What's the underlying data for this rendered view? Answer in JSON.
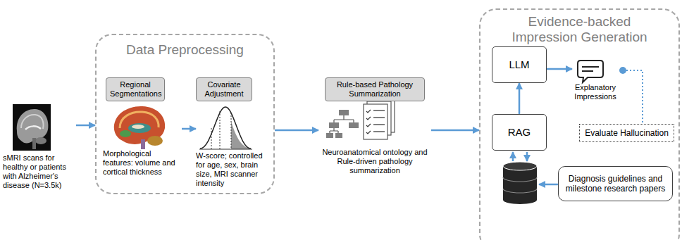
{
  "diagram": {
    "nodes": [
      {
        "text": [
          "sMRI scans for healthy or patients with Alzheimer's disease (N=3.5k)"
        ]
      },
      {
        "text": [
          "Data Preprocessing"
        ]
      },
      {
        "text": [
          "Regional Segmentations",
          "Morphological features: volume and cortical thickness"
        ],
        "in": 1
      },
      {
        "text": [
          "Covariate Adjustment",
          "W-score; controlled for age, sex, brain size, MRI scanner intensity"
        ],
        "in": 1
      },
      {
        "text": [
          "Rule-based Pathology Summarization",
          "Neuroanatomical ontology and Rule-driven pathology summarization"
        ]
      },
      {
        "text": [
          "Evidence-backed Impression Generation"
        ]
      },
      {
        "text": [
          "LLM"
        ],
        "in": 5
      },
      {
        "text": [
          "RAG"
        ],
        "in": 5
      },
      {
        "text": [
          "Explanatory Impressions"
        ],
        "in": 5
      },
      {
        "text": [
          "Evaluate Hallucination"
        ],
        "in": 5
      },
      {
        "text": [
          "Diagnosis guidelines and milestone research papers"
        ],
        "in": 5
      }
    ],
    "edges": [
      {
        "from": 0,
        "to": 1,
        "arrow": "to"
      },
      {
        "from": 2,
        "to": 3,
        "arrow": "to"
      },
      {
        "from": 1,
        "to": 4,
        "arrow": "to"
      },
      {
        "from": 4,
        "to": 5,
        "arrow": "to"
      },
      {
        "from": 7,
        "to": 6,
        "arrow": "to"
      },
      {
        "from": 6,
        "to": 8,
        "arrow": "to"
      },
      {
        "from": 8,
        "to": 9,
        "arrow": "none"
      }
    ]
  }
}
